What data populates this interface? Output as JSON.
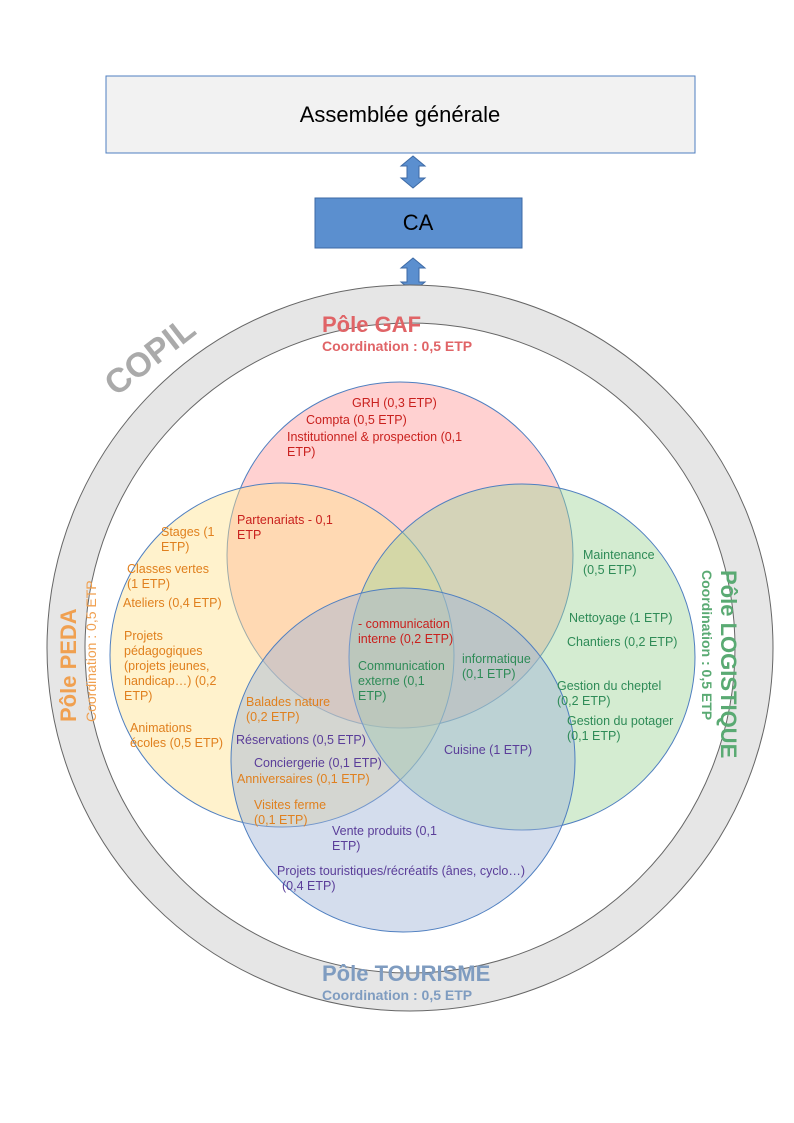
{
  "assembly": {
    "label": "Assemblée générale"
  },
  "board": {
    "label": "CA"
  },
  "copil": {
    "label": "COPIL"
  },
  "colors": {
    "gaf": "#e06467",
    "gaf_text": "#c9211e",
    "peda": "#f0a050",
    "peda_text": "#e0801e",
    "logistique": "#5aaa73",
    "logistique_text": "#2e8b57",
    "tourisme": "#7f9cc0",
    "tourisme_text": "#5a3d99",
    "ca_fill": "#5b8fcf",
    "ring": "#e6e6e6"
  },
  "poles": {
    "gaf": {
      "title": "Pôle GAF",
      "coordination": "Coordination : 0,5 ETP"
    },
    "peda": {
      "title": "Pôle PEDA",
      "coordination": "Coordination : 0,5 ETP"
    },
    "logistique": {
      "title": "Pôle LOGISTIQUE",
      "coordination": "Coordination : 0,5 ETP"
    },
    "tourisme": {
      "title": "Pôle TOURISME",
      "coordination": "Coordination : 0,5 ETP"
    }
  },
  "items": {
    "gaf": [
      [
        "GRH (0,3 ETP)"
      ],
      [
        "Compta (0,5 ETP)"
      ],
      [
        "Institutionnel & prospection  (0,1",
        "ETP)"
      ],
      [
        "Partenariats - 0,1",
        "ETP"
      ],
      [
        "- communication",
        "interne (0,2 ETP)"
      ]
    ],
    "peda": [
      [
        "Stages (1",
        "ETP)"
      ],
      [
        "Classes vertes",
        "(1 ETP)"
      ],
      [
        "Ateliers (0,4 ETP)"
      ],
      [
        "Projets",
        "pédagogiques",
        "(projets jeunes,",
        "handicap…) (0,2",
        "ETP)"
      ],
      [
        "Animations",
        "écoles (0,5 ETP)"
      ],
      [
        "Balades nature",
        "(0,2 ETP)"
      ],
      [
        "Anniversaires (0,1 ETP)"
      ],
      [
        "Visites ferme",
        "(0,1 ETP)"
      ]
    ],
    "logistique": [
      [
        "Maintenance",
        "(0,5 ETP)"
      ],
      [
        "Nettoyage (1 ETP)"
      ],
      [
        "Chantiers  (0,2  ETP)"
      ],
      [
        "Communication",
        "externe (0,1",
        "ETP)"
      ],
      [
        "informatique",
        "(0,1 ETP)"
      ],
      [
        "Gestion du cheptel",
        "(0,2 ETP)"
      ],
      [
        "Gestion du potager",
        "(0,1 ETP)"
      ]
    ],
    "tourisme": [
      [
        "Réservations (0,5 ETP)"
      ],
      [
        "Conciergerie (0,1 ETP)"
      ],
      [
        "Cuisine  (1 ETP)"
      ],
      [
        "Vente produits (0,1",
        "ETP)"
      ],
      [
        "Projets touristiques/récréatifs (ânes, cyclo…)",
        "(0,4 ETP)"
      ]
    ]
  }
}
